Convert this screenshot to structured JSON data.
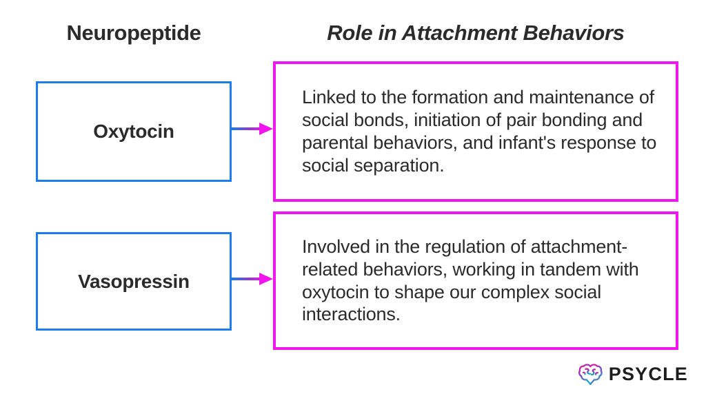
{
  "headers": {
    "left": "Neuropeptide",
    "right": "Role in Attachment Behaviors"
  },
  "rows": [
    {
      "name": "Oxytocin",
      "description": "Linked to the formation and maintenance of social bonds, initiation of pair bonding and parental behaviors, and infant's response to social separation.",
      "connector_icon": "arrow-right-icon"
    },
    {
      "name": "Vasopressin",
      "description": "Involved in the regulation of attachment-related behaviors, working in tandem with oxytocin to shape our complex social interactions.",
      "connector_icon": "arrow-right-icon"
    }
  ],
  "logo": {
    "wordmark": "PSYCLE",
    "mark_icon": "brain-icon"
  },
  "colors": {
    "name_box_border": "#1b7ced",
    "desc_box_border": "#f115ef",
    "arrow_start": "#1b7ced",
    "arrow_end": "#f115ef",
    "text": "#2b2b2b",
    "background": "#ffffff",
    "logo_gradient_start": "#e6199a",
    "logo_gradient_mid": "#7b3fd4",
    "logo_gradient_end": "#12b5bd"
  }
}
